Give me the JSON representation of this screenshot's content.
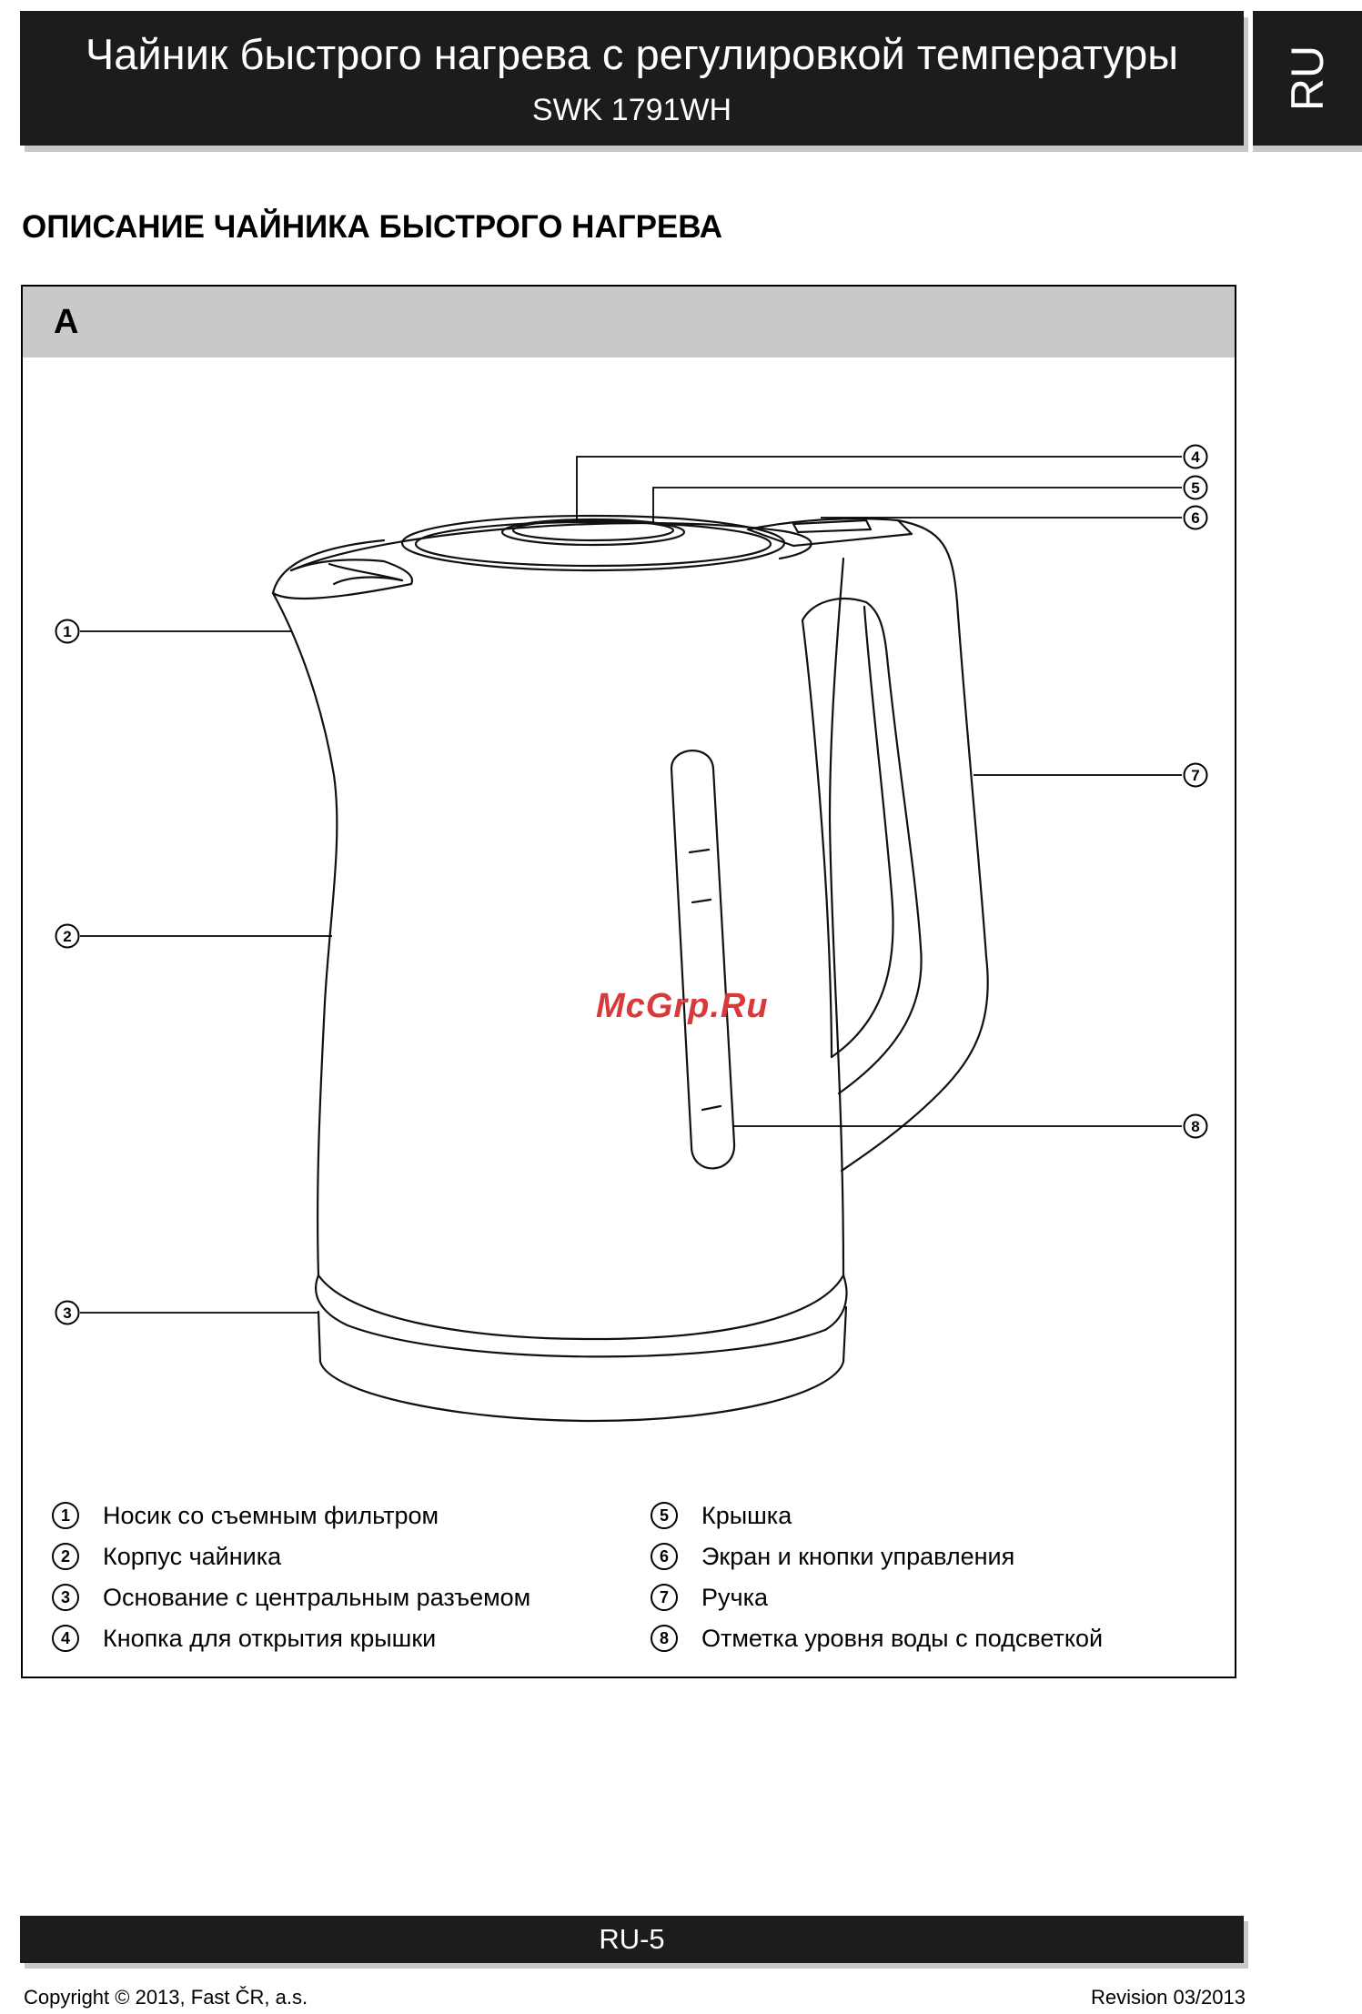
{
  "header": {
    "title": "Чайник быстрого нагрева с регулировкой температуры",
    "model": "SWK 1791WH",
    "language_tab": "RU"
  },
  "section_title": "ОПИСАНИЕ ЧАЙНИКА БЫСТРОГО НАГРЕВА",
  "figure": {
    "label": "A",
    "callouts": [
      "1",
      "2",
      "3",
      "4",
      "5",
      "6",
      "7",
      "8"
    ]
  },
  "legend": [
    {
      "num": "1",
      "text": "Носик со съемным фильтром"
    },
    {
      "num": "2",
      "text": "Корпус чайника"
    },
    {
      "num": "3",
      "text": "Основание с центральным разъемом"
    },
    {
      "num": "4",
      "text": "Кнопка для открытия крышки"
    },
    {
      "num": "5",
      "text": "Крышка"
    },
    {
      "num": "6",
      "text": "Экран и кнопки управления"
    },
    {
      "num": "7",
      "text": "Ручка"
    },
    {
      "num": "8",
      "text": "Отметка уровня воды с подсветкой"
    }
  ],
  "watermark": "McGrp.Ru",
  "footer": {
    "page": "RU-5",
    "copyright": "Copyright © 2013, Fast ČR, a.s.",
    "revision": "Revision 03/2013"
  }
}
